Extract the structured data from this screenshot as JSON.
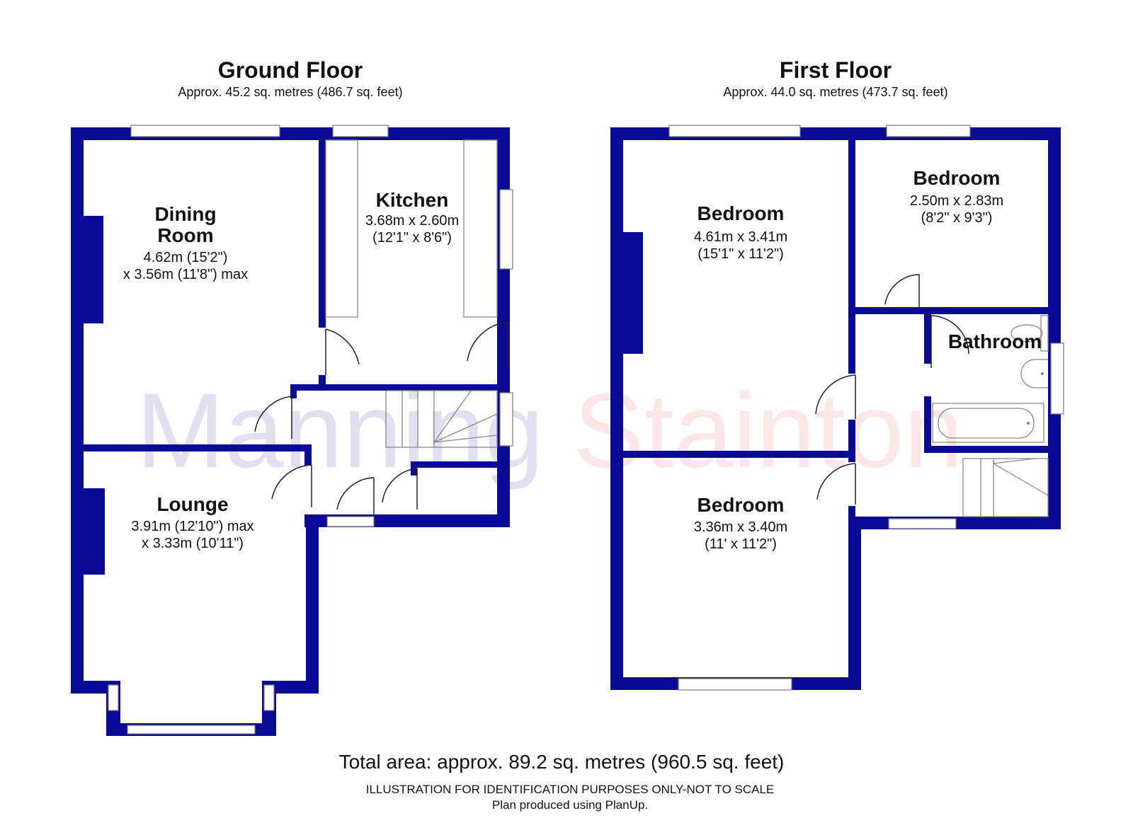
{
  "colors": {
    "wall": "#0a0a96",
    "watermark_left": "#0a0a96",
    "watermark_right": "#e83a3a"
  },
  "watermark": {
    "left": "Manning",
    "right": "Stainton"
  },
  "ground_floor": {
    "title": "Ground Floor",
    "area": "Approx. 45.2 sq. metres (486.7 sq. feet)",
    "rooms": {
      "dining": {
        "name_line1": "Dining",
        "name_line2": "Room",
        "dim_line1": "4.62m (15'2\")",
        "dim_line2": "x 3.56m (11'8\") max"
      },
      "kitchen": {
        "name": "Kitchen",
        "dim_line1": "3.68m x 2.60m",
        "dim_line2": "(12'1\" x 8'6\")"
      },
      "lounge": {
        "name": "Lounge",
        "dim_line1": "3.91m (12'10\") max",
        "dim_line2": "x 3.33m (10'11\")"
      }
    }
  },
  "first_floor": {
    "title": "First Floor",
    "area": "Approx. 44.0 sq. metres (473.7 sq. feet)",
    "rooms": {
      "bedroom_main": {
        "name": "Bedroom",
        "dim_line1": "4.61m x 3.41m",
        "dim_line2": "(15'1\" x 11'2\")"
      },
      "bedroom_small": {
        "name": "Bedroom",
        "dim_line1": "2.50m x 2.83m",
        "dim_line2": "(8'2\" x 9'3\")"
      },
      "bathroom": {
        "name": "Bathroom"
      },
      "bedroom_front": {
        "name": "Bedroom",
        "dim_line1": "3.36m x 3.40m",
        "dim_line2": "(11' x 11'2\")"
      }
    }
  },
  "footer": {
    "total": "Total area: approx. 89.2 sq. metres (960.5 sq. feet)",
    "disclaimer": "ILLUSTRATION FOR IDENTIFICATION PURPOSES ONLY-NOT TO SCALE",
    "produced": "Plan produced using PlanUp."
  }
}
